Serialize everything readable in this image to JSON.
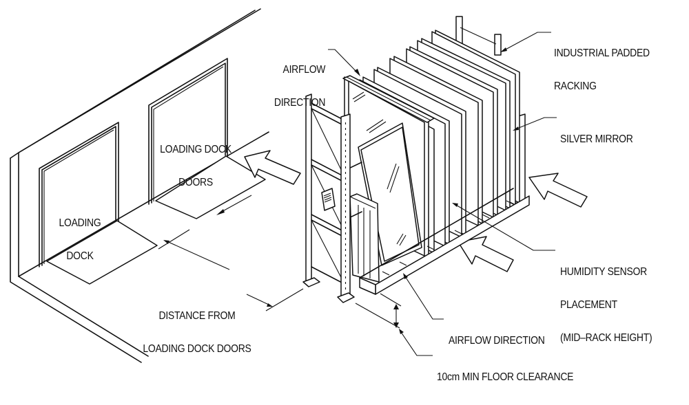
{
  "diagram": {
    "title": "",
    "labels": {
      "loading_dock": [
        "LOADING",
        "DOCK"
      ],
      "loading_dock_doors": [
        "LOADING DOCK",
        "DOORS"
      ],
      "airflow_direction_top": [
        "AIRFLOW",
        "DIRECTION"
      ],
      "industrial_padded_racking": [
        "INDUSTRIAL PADDED",
        "RACKING"
      ],
      "silver_mirror": [
        "SILVER MIRROR"
      ],
      "humidity_sensor": [
        "HUMIDITY SENSOR",
        "PLACEMENT",
        "(MID–RACK HEIGHT)"
      ],
      "airflow_direction_bottom": [
        "AIRFLOW DIRECTION"
      ],
      "floor_clearance": [
        "10cm MIN FLOOR CLEARANCE"
      ],
      "distance_from_doors": [
        "DISTANCE FROM",
        "LOADING DOCK DOORS"
      ]
    },
    "components": [
      {
        "name": "warehouse-wall",
        "label": ""
      },
      {
        "name": "loading-dock",
        "label": "LOADING DOCK"
      },
      {
        "name": "loading-dock-doors",
        "label": "LOADING DOCK DOORS"
      },
      {
        "name": "pallet-rack",
        "label": "INDUSTRIAL PADDED RACKING"
      },
      {
        "name": "mirror-stack",
        "label": "SILVER MIRROR"
      },
      {
        "name": "humidity-sensor",
        "label": "HUMIDITY SENSOR PLACEMENT"
      },
      {
        "name": "airflow-arrows",
        "count": 3
      }
    ],
    "colors": {
      "ink": "#111111",
      "paper": "#ffffff"
    }
  }
}
